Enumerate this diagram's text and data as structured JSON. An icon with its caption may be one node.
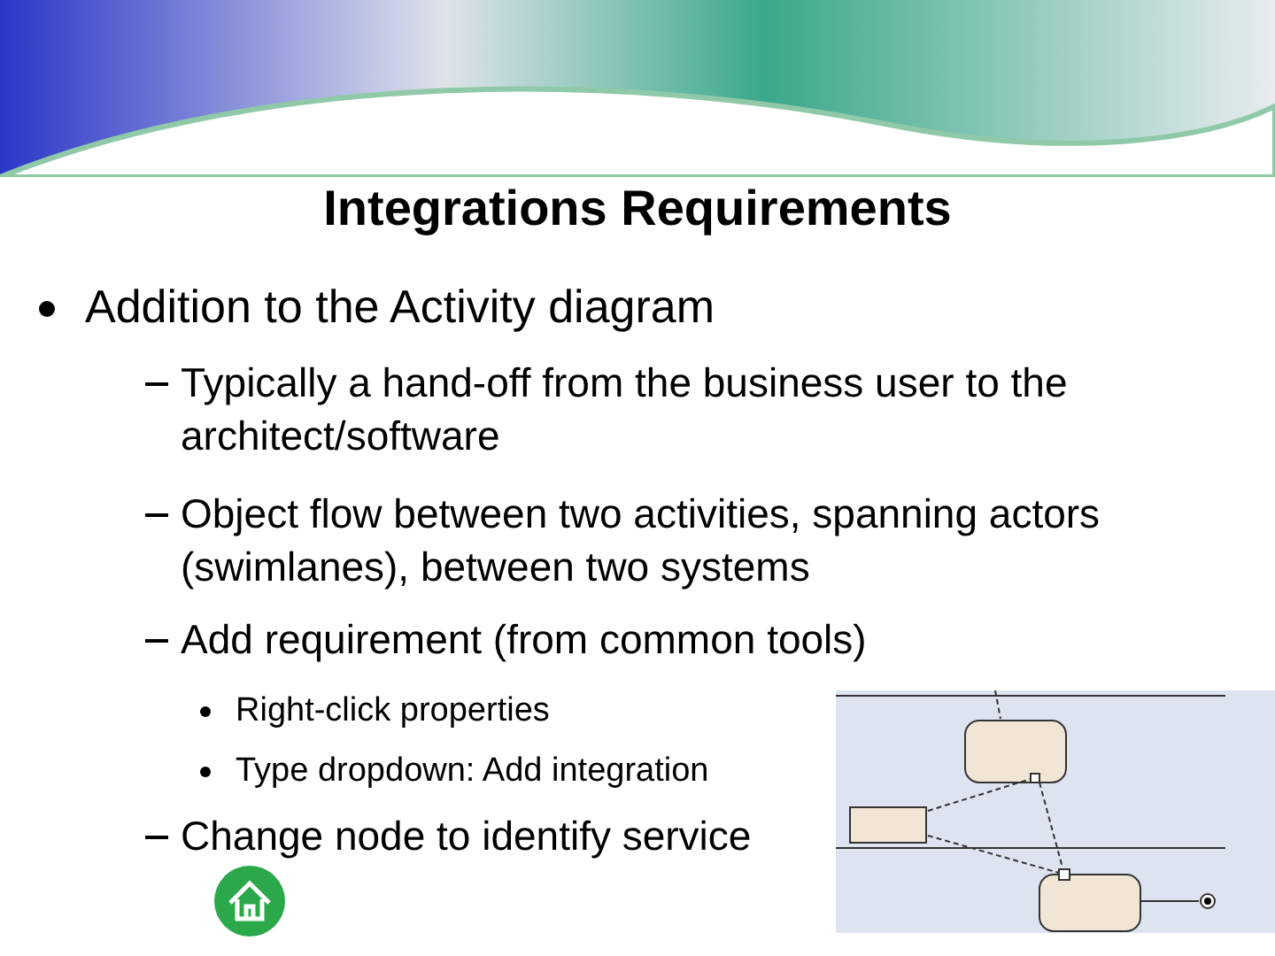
{
  "diagram": {
    "title": "Integrations Requirements",
    "labels": [
      "Addition to the Activity diagram",
      "Typically a hand-off from the business user to the architect/software",
      "Object flow between two activities, spanning actors (swimlanes), between two systems",
      "Add requirement (from common tools)",
      "Right-click properties",
      "Type dropdown: Add integration",
      "Change node to identify service"
    ]
  }
}
